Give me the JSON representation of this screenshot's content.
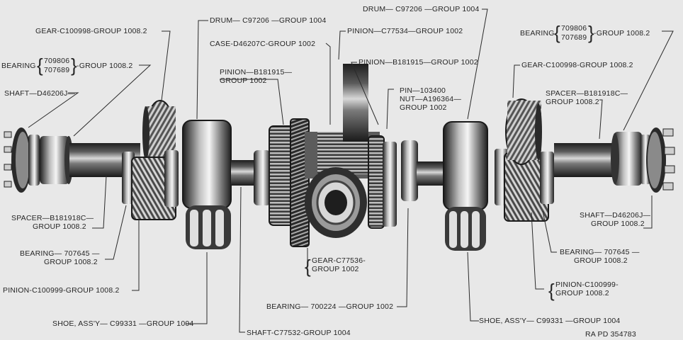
{
  "labels": {
    "gear_left": "GEAR-C100998-GROUP 1008.2",
    "bearing_left_pre": "BEARING",
    "bearing_left_a": "709806",
    "bearing_left_b": "707689",
    "bearing_left_post": "-GROUP 1008.2",
    "shaft_left": "SHAFT—D46206J—",
    "drum_left": "DRUM— C97206 —GROUP 1004",
    "case": "CASE-D46207C-GROUP 1002",
    "pinion_b_left_1": "PINION—B181915—",
    "pinion_b_left_2": "GROUP 1002",
    "drum_right": "DRUM— C97206 —GROUP 1004",
    "pinion_c77534": "PINION—C77534—GROUP 1002",
    "pinion_b_right": "PINION—B181915—GROUP 1002",
    "bearing_right_pre": "BEARING",
    "bearing_right_a": "709806",
    "bearing_right_b": "707689",
    "bearing_right_post": "-GROUP 1008.2",
    "gear_right": "GEAR-C100998-GROUP 1008.2",
    "spacer_right_1": "SPACER—B181918C—",
    "spacer_right_2": "GROUP 1008.2",
    "pin": "PIN—103400",
    "nut": "NUT—A196364—",
    "nut_group": "GROUP 1002",
    "spacer_left_1": "SPACER—B181918C—",
    "spacer_left_2": "GROUP 1008.2",
    "bearing_707645_left_1": "BEARING— 707645 —",
    "bearing_707645_left_2": "GROUP 1008.2",
    "pinion_c100999_left": "PINION-C100999-GROUP 1008.2",
    "shoe_left": "SHOE, ASS'Y— C99331 —GROUP 1004",
    "shaft_c77532": "SHAFT-C77532-GROUP 1004",
    "gear_c77536_1": "GEAR-C77536-",
    "gear_c77536_2": "GROUP 1002",
    "bearing_700224": "BEARING— 700224 —GROUP 1002",
    "shaft_right_1": "SHAFT—D46206J—",
    "shaft_right_2": "GROUP 1008.2",
    "bearing_707645_right_1": "BEARING— 707645 —",
    "bearing_707645_right_2": "GROUP 1008.2",
    "pinion_c100999_right_1": "PINION-C100999-",
    "pinion_c100999_right_2": "GROUP 1008.2",
    "shoe_right": "SHOE, ASS'Y— C99331 —GROUP 1004",
    "ra_pd": "RA PD 354783"
  },
  "colors": {
    "background": "#e8e8e8",
    "ink": "#262626",
    "metal_dark": "#2b2b2b",
    "metal_light": "#f2f2f2"
  }
}
